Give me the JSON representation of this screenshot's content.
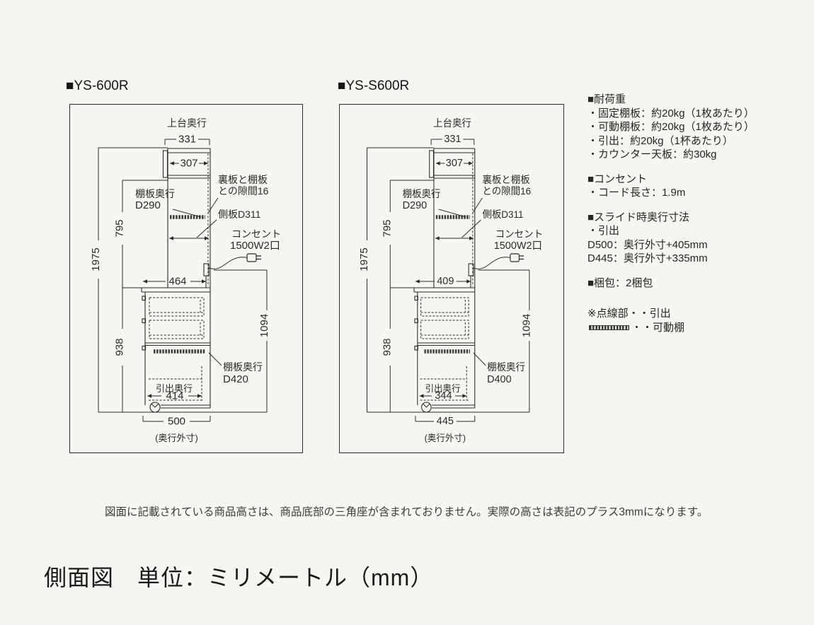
{
  "colors": {
    "background": "#f5f5f2",
    "line": "#2a2a2a",
    "text": "#2b2b2b"
  },
  "diagrams": [
    {
      "title": "■YS-600R",
      "top_depth_label": "上台奥行",
      "top_width": "331",
      "inner_width": "307",
      "upper_shelf_label": "棚板奥行",
      "upper_shelf_depth": "D290",
      "gap_label_1": "裏板と棚板",
      "gap_label_2": "との隙間16",
      "side_panel_label": "側板D311",
      "outlet_label_1": "コンセント",
      "outlet_label_2": "1500W2口",
      "counter_depth": "464",
      "height_total": "1975",
      "height_upper": "795",
      "height_lower": "938",
      "height_counter_to_floor": "1094",
      "lower_shelf_label": "棚板奥行",
      "lower_shelf_depth": "D420",
      "drawer_depth_label": "引出奥行",
      "drawer_depth": "414",
      "outer_depth": "500",
      "outer_depth_note": "(奥行外寸)"
    },
    {
      "title": "■YS-S600R",
      "top_depth_label": "上台奥行",
      "top_width": "331",
      "inner_width": "307",
      "upper_shelf_label": "棚板奥行",
      "upper_shelf_depth": "D290",
      "gap_label_1": "裏板と棚板",
      "gap_label_2": "との隙間16",
      "side_panel_label": "側板D311",
      "outlet_label_1": "コンセント",
      "outlet_label_2": "1500W2口",
      "counter_depth": "409",
      "height_total": "1975",
      "height_upper": "795",
      "height_lower": "938",
      "height_counter_to_floor": "1094",
      "lower_shelf_label": "棚板奥行",
      "lower_shelf_depth": "D400",
      "drawer_depth_label": "引出奥行",
      "drawer_depth": "344",
      "outer_depth": "445",
      "outer_depth_note": "(奥行外寸)"
    }
  ],
  "specs": {
    "load": {
      "heading": "■耐荷重",
      "items": [
        "・固定棚板：約20kg（1枚あたり）",
        "・可動棚板：約20kg（1枚あたり）",
        "・引出：約20kg（1杯あたり）",
        "・カウンター天板：約30kg"
      ]
    },
    "outlet": {
      "heading": "■コンセント",
      "items": [
        "・コード長さ：1.9m"
      ]
    },
    "slide": {
      "heading": "■スライド時奥行寸法",
      "items": [
        "・引出",
        "D500：奥行外寸+405mm",
        "D445：奥行外寸+335mm"
      ]
    },
    "packing": {
      "heading": "■梱包：2梱包"
    },
    "legend": {
      "line1": "※点線部・・引出",
      "line2": "・・可動棚"
    }
  },
  "note": "図面に記載されている商品高さは、商品底部の三角座が含まれておりません。実際の高さは表記のプラス3mmになります。",
  "footer_title": "側面図　単位：ミリメートル（mm）"
}
